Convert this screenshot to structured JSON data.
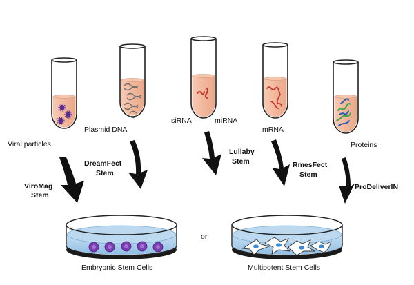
{
  "tubes": [
    {
      "label": "Viral particles",
      "cargo": "virus-particle-icon"
    },
    {
      "label": "Plasmid DNA",
      "cargo": "dna-double-helix-icon"
    },
    {
      "label_left": "siRNA",
      "label_right": "miRNA",
      "cargo": "small-rna-icon"
    },
    {
      "label": "mRNA",
      "cargo": "mrna-strand-icon"
    },
    {
      "label": "Proteins",
      "cargo": "protein-chain-icon"
    }
  ],
  "reagents": [
    {
      "line1": "ViroMag",
      "line2": "Stem"
    },
    {
      "line1": "DreamFect",
      "line2": "Stem"
    },
    {
      "line1": "Lullaby",
      "line2": "Stem"
    },
    {
      "line1": "RmesFect",
      "line2": "Stem"
    },
    {
      "line1": "ProDeliverIN",
      "line2": ""
    }
  ],
  "dishes": [
    {
      "label": "Embryonic Stem Cells",
      "cells": "round-purple-cell-icon"
    },
    {
      "label": "Multipotent Stem Cells",
      "cells": "spindle-cell-icon"
    }
  ],
  "connector": "or",
  "colors": {
    "tube_liquid": "#f2b79c",
    "virus": "#5b2d8e",
    "dna": "#6e6e6e",
    "rna": "#c0392b",
    "protein_green": "#3aa64a",
    "protein_blue": "#2e5fb4",
    "dish_medium": "#a8cdea",
    "embryonic_cell": "#7a3fb0",
    "nucleus": "#3a8ad6"
  }
}
